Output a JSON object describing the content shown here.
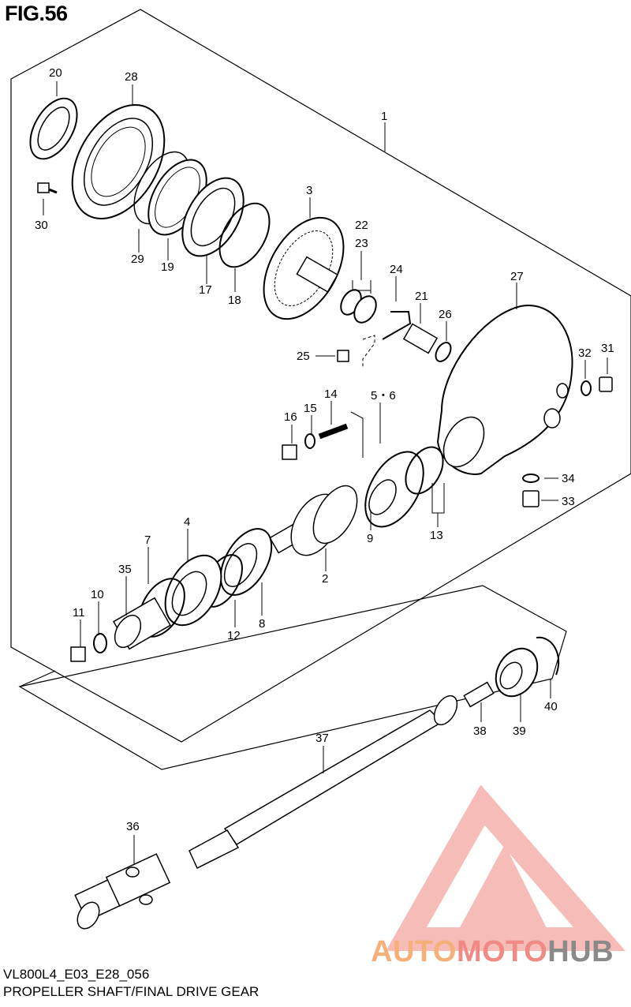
{
  "figure": {
    "title": "FIG.56",
    "model_code": "VL800L4_E03_E28_056",
    "caption": "PROPELLER SHAFT/FINAL DRIVE GEAR"
  },
  "callouts": {
    "c1": "1",
    "c2": "2",
    "c3": "3",
    "c4": "4",
    "c56": "5・6",
    "c7": "7",
    "c8": "8",
    "c9": "9",
    "c10": "10",
    "c11": "11",
    "c12": "12",
    "c13": "13",
    "c14": "14",
    "c15": "15",
    "c16": "16",
    "c17": "17",
    "c18": "18",
    "c19": "19",
    "c20": "20",
    "c21": "21",
    "c22": "22",
    "c23": "23",
    "c24": "24",
    "c25": "25",
    "c26": "26",
    "c27": "27",
    "c28": "28",
    "c29": "29",
    "c30": "30",
    "c31": "31",
    "c32": "32",
    "c33": "33",
    "c34": "34",
    "c35": "35",
    "c36": "36",
    "c37": "37",
    "c38": "38",
    "c39": "39",
    "c40": "40"
  },
  "watermark": {
    "part1": "AUTO",
    "part2": "MOTO",
    "part3": "HUB",
    "colors": {
      "auto": "#f5b07a",
      "moto": "#f08a84",
      "hub": "#8a8a8a",
      "logo": "#f4a6a0"
    }
  }
}
